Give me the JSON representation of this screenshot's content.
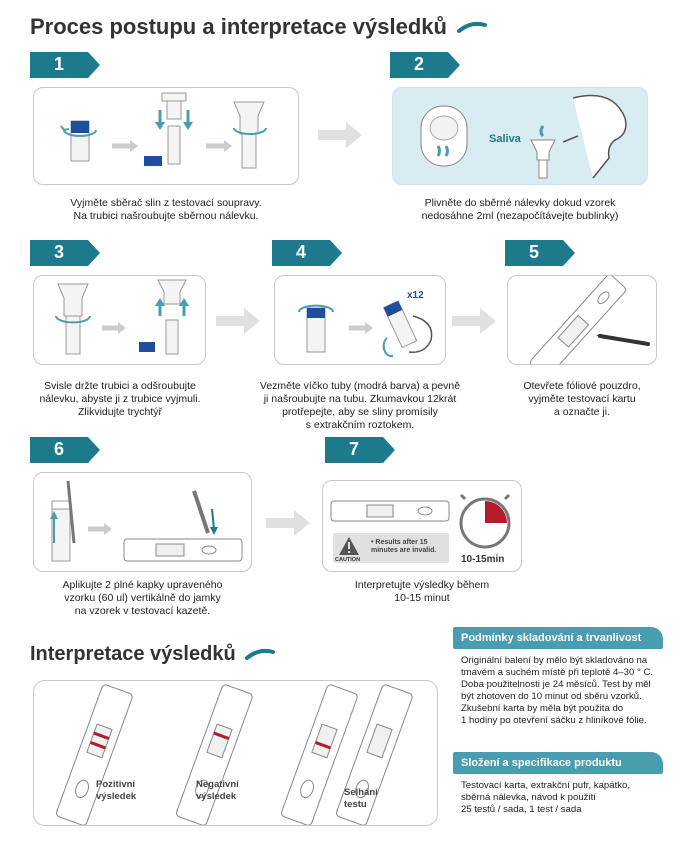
{
  "titles": {
    "main": "Proces postupu a interpretace výsledků",
    "results": "Interpretace výsledků"
  },
  "steps": [
    {
      "num": "1",
      "caption": [
        "Vyjměte sběrač slin z testovací soupravy.",
        "Na trubici našroubujte sběrnou nálevku."
      ]
    },
    {
      "num": "2",
      "caption": [
        "Plivněte do sběrné nálevky dokud vzorek",
        "nedosáhne 2ml (nezapočítávejte bublinky)"
      ],
      "label": "Saliva"
    },
    {
      "num": "3",
      "caption": [
        "Svisle držte trubici a odšroubujte",
        "nálevku, abyste ji z trubice vyjmuli.",
        "Zlikvidujte trychtýř"
      ]
    },
    {
      "num": "4",
      "caption": [
        "Vezměte víčko tuby (modrá barva) a pevně",
        "ji našroubujte na tubu. Zkumavkou 12krát",
        "protřepejte, aby se sliny promísily",
        "s  extrakčním roztokem."
      ],
      "label": "x12"
    },
    {
      "num": "5",
      "caption": [
        "Otevřete fóliové pouzdro,",
        "vyjměte testovací kartu",
        "a označte ji."
      ]
    },
    {
      "num": "6",
      "caption": [
        "Aplikujte 2 plné kapky upraveného",
        "vzorku (60 ul) vertikálně do jamky",
        "na vzorek v testovací kazetě."
      ]
    },
    {
      "num": "7",
      "caption": [
        "Interpretujte výsledky během",
        "10-15 minut"
      ],
      "caution_title": "CAUTION",
      "caution_text": [
        "• Results after 15",
        "minutes are invalid."
      ],
      "timer_label": "10-15min"
    }
  ],
  "results": {
    "positive": [
      "Pozitivní",
      "výsledek"
    ],
    "negative": [
      "Negativní",
      "výsledek"
    ],
    "invalid": [
      "Selhání",
      "testu"
    ]
  },
  "storage": {
    "title": "Podmínky skladování a trvanlivost",
    "lines": [
      "Originální balení by mělo být skladováno na",
      "tmavém a suchém místě při teplotě 4–30 ° C.",
      "Doba použitelnosti je 24 měsíců. Test by měl",
      "být zhotoven do 10 minut od sběru vzorků.",
      "Zkušební karta by měla být použita do",
      "1 hodiny po otevření sáčku z hliníkové fólie."
    ]
  },
  "composition": {
    "title": "Složení a specifikace produktu",
    "lines": [
      "Testovací karta, extrakční pufr, kapátko,",
      "sběrná nálevka, návod k použití",
      "25 testů / sada, 1 test / sada"
    ]
  },
  "colors": {
    "teal": "#1d7a8c",
    "accent_blue": "#1f4e9c",
    "info_head": "#4a9db0",
    "positive_red": "#b31d2b"
  },
  "icons": [
    "arrow-right-icon",
    "rotate-arrow-icon",
    "warning-icon",
    "clock-icon",
    "pen-icon"
  ]
}
